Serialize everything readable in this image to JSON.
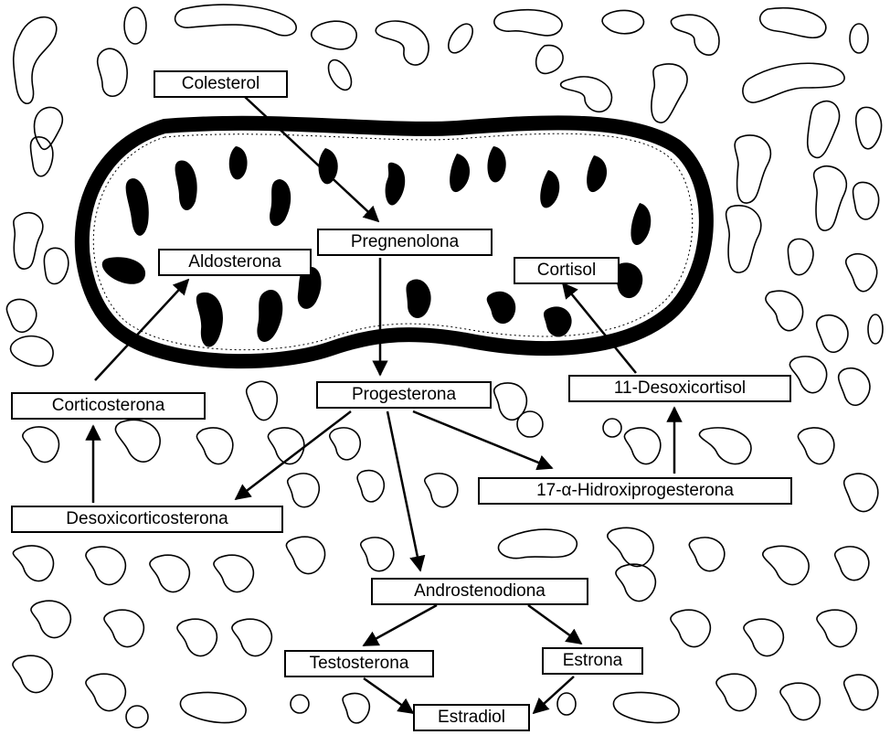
{
  "diagram": {
    "colors": {
      "line": "#000000",
      "background": "#ffffff",
      "box_fill": "#ffffff"
    },
    "nodes": {
      "colesterol": "Colesterol",
      "pregnenolona": "Pregnenolona",
      "aldosterona": "Aldosterona",
      "cortisol": "Cortisol",
      "progesterona": "Progesterona",
      "desoxicortisol": "11-Desoxicortisol",
      "corticosterona": "Corticosterona",
      "hidroxiprogesterona": "17-α-Hidroxiprogesterona",
      "desoxicorticosterona": "Desoxicorticosterona",
      "androstenodiona": "Androstenodiona",
      "testosterona": "Testosterona",
      "estrona": "Estrona",
      "estradiol": "Estradiol"
    },
    "edges": [
      [
        "colesterol",
        "pregnenolona"
      ],
      [
        "pregnenolona",
        "progesterona"
      ],
      [
        "progesterona",
        "desoxicorticosterona"
      ],
      [
        "progesterona",
        "androstenodiona"
      ],
      [
        "progesterona",
        "hidroxiprogesterona"
      ],
      [
        "desoxicorticosterona",
        "corticosterona"
      ],
      [
        "corticosterona",
        "aldosterona"
      ],
      [
        "hidroxiprogesterona",
        "desoxicortisol"
      ],
      [
        "desoxicortisol",
        "cortisol"
      ],
      [
        "androstenodiona",
        "testosterona"
      ],
      [
        "androstenodiona",
        "estrona"
      ],
      [
        "testosterona",
        "estradiol"
      ],
      [
        "estrona",
        "estradiol"
      ]
    ]
  }
}
